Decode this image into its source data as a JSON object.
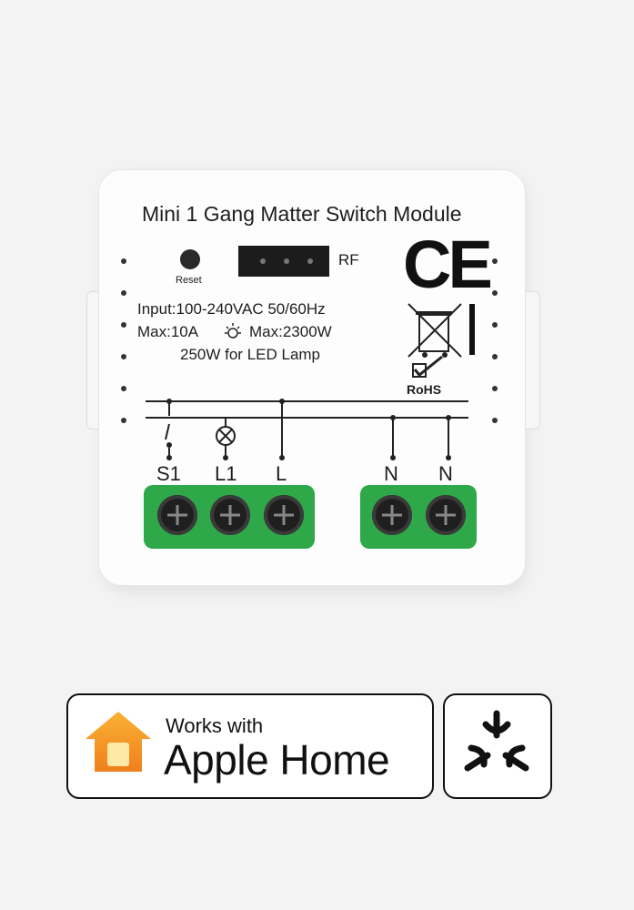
{
  "module": {
    "title": "Mini 1 Gang Matter Switch Module",
    "reset_label": "Reset",
    "rf_label": "RF",
    "spec_line1": "Input:100-240VAC 50/60Hz",
    "spec_line2_a": "Max:10A",
    "spec_line2_b": "Max:2300W",
    "spec_line3": "250W for LED Lamp",
    "ce_mark": "CE",
    "rohs_label": "RoHS",
    "terminals": [
      "S1",
      "L1",
      "L",
      "N",
      "N"
    ],
    "terminal_color": "#2fa84a"
  },
  "badges": {
    "works_with": "Works with",
    "apple_home": "Apple Home",
    "home_icon": "apple-home-icon",
    "matter_icon": "matter-logo-icon"
  }
}
